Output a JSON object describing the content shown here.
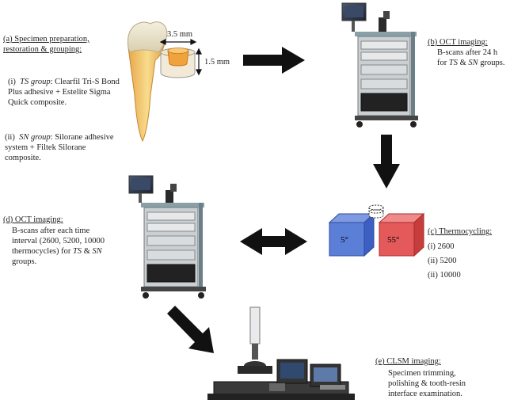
{
  "panel_a": {
    "heading": "(a) Specimen preparation, restoration & grouping:",
    "item_i_num": "(i)",
    "item_i_group": "TS group",
    "item_i_text": ": Clearfil Tri-S Bond Plus adhesive + Estelite Sigma Quick composite.",
    "item_ii_num": "(ii)",
    "item_ii_group": "SN group",
    "item_ii_text": ": Silorane adhesive system + Filtek Silorane composite.",
    "dim_width": "3.5 mm",
    "dim_height": "1.5 mm"
  },
  "panel_b": {
    "heading": "(b) OCT imaging:",
    "body_pre": "B-scans after 24 h for ",
    "g1": "TS",
    "amp": " & ",
    "g2": "SN",
    "body_post": " groups."
  },
  "panel_c": {
    "heading": "(c) Thermocycling:",
    "cold_label": "5°",
    "hot_label": "55°",
    "items": [
      "(i) 2600",
      "(ii) 5200",
      "(ii) 10000"
    ]
  },
  "panel_d": {
    "heading": "(d) OCT imaging:",
    "body": "B-scans after each time interval (2600, 5200, 10000 thermocycles) for",
    "g1": "TS",
    "amp": " & ",
    "g2": "SN",
    "body_post": "groups."
  },
  "panel_e": {
    "heading": "(e) CLSM imaging:",
    "line1": "Specimen trimming,",
    "line2": "polishing & tooth-resin",
    "line3": "interface examination."
  },
  "colors": {
    "tooth_fill": "#f5d27a",
    "cube_cold": "#5b7fd6",
    "cube_hot": "#e45a5a",
    "arrow": "#111111"
  }
}
